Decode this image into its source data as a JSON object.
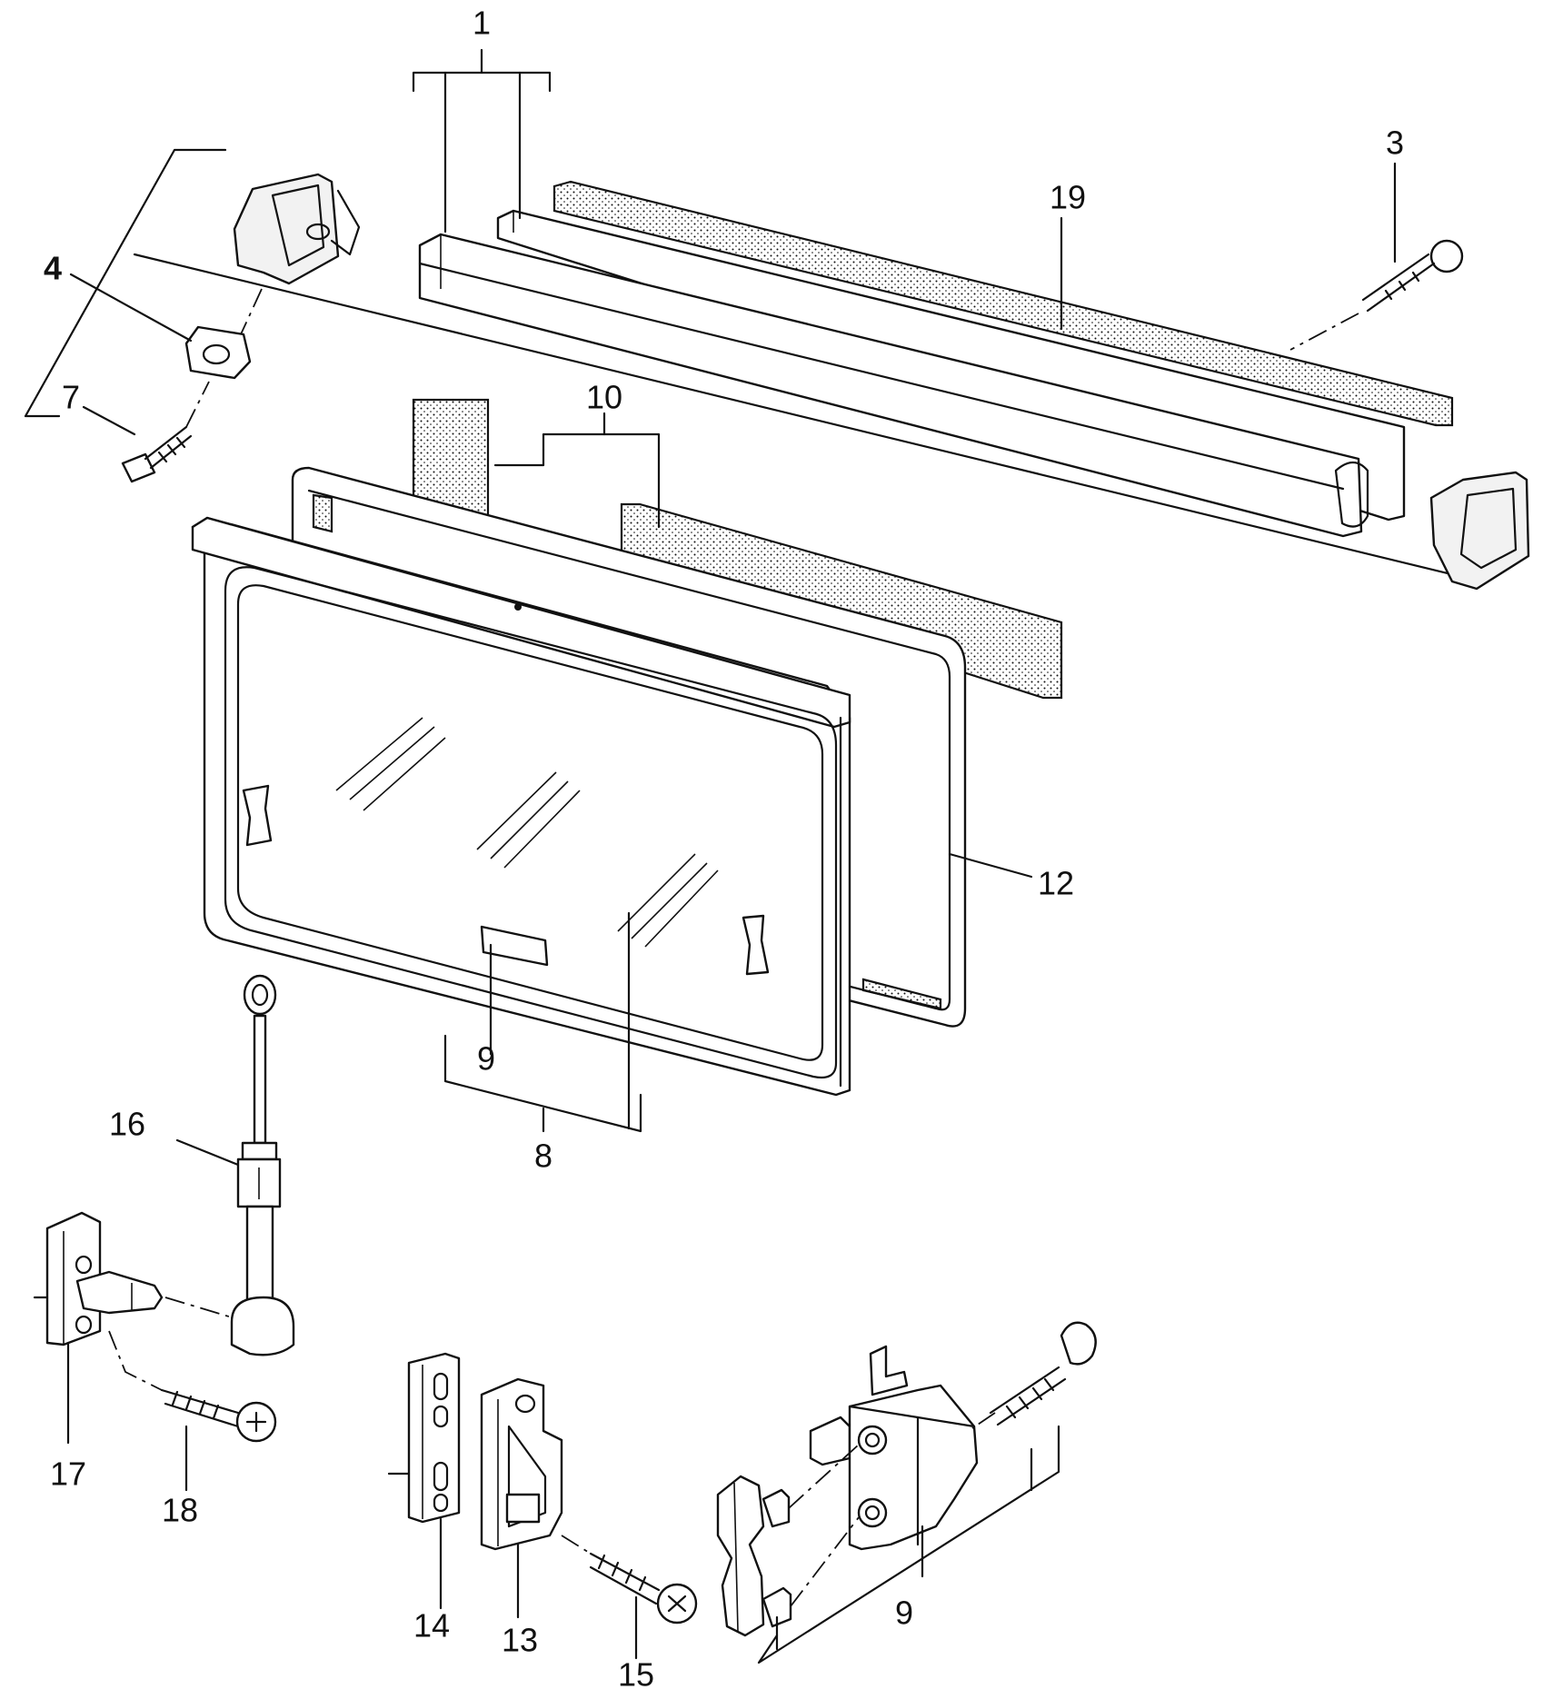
{
  "callouts": {
    "c1": "1",
    "c3": "3",
    "c4": "4",
    "c7": "7",
    "c8": "8",
    "c9_top": "9",
    "c9_bottom": "9",
    "c10": "10",
    "c12": "12",
    "c13": "13",
    "c14": "14",
    "c15": "15",
    "c16": "16",
    "c17": "17",
    "c18": "18",
    "c19": "19"
  }
}
